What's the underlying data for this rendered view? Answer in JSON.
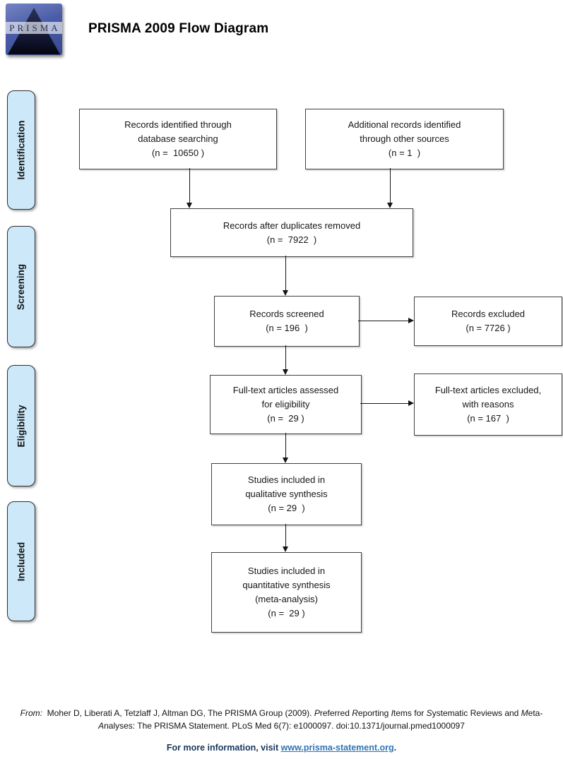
{
  "header": {
    "title": "PRISMA 2009 Flow Diagram",
    "logo_text": "PRISMA"
  },
  "stages": [
    {
      "label": "Identification"
    },
    {
      "label": "Screening"
    },
    {
      "label": "Eligibility"
    },
    {
      "label": "Included"
    }
  ],
  "flow": {
    "boxes": [
      {
        "id": "records-identified",
        "lines": [
          "Records identified through",
          "database searching",
          "(n =  10650 )"
        ]
      },
      {
        "id": "additional-records",
        "lines": [
          "Additional records identified",
          "through other sources",
          "(n = 1  )"
        ]
      },
      {
        "id": "after-duplicates",
        "lines": [
          "Records after duplicates removed",
          "(n =  7922  )"
        ]
      },
      {
        "id": "records-screened",
        "lines": [
          "Records screened",
          "(n = 196  )"
        ]
      },
      {
        "id": "records-excluded",
        "lines": [
          "Records excluded",
          "(n = 7726 )"
        ]
      },
      {
        "id": "fulltext-assessed",
        "lines": [
          "Full-text articles assessed",
          "for eligibility",
          "(n =  29 )"
        ]
      },
      {
        "id": "fulltext-excluded",
        "lines": [
          "Full-text articles excluded,",
          "with reasons",
          "(n = 167  )"
        ]
      },
      {
        "id": "qualitative-synthesis",
        "lines": [
          "Studies included in",
          "qualitative synthesis",
          "(n = 29  )"
        ]
      },
      {
        "id": "quantitative-synthesis",
        "lines": [
          "Studies included in",
          "quantitative synthesis",
          "(meta-analysis)",
          "(n =  29 )"
        ]
      }
    ],
    "counts": {
      "identified_database": 10650,
      "identified_other": 1,
      "after_duplicates": 7922,
      "screened": 196,
      "excluded": 7726,
      "fulltext_assessed": 29,
      "fulltext_excluded": 167,
      "qualitative": 29,
      "quantitative": 29
    }
  },
  "footer": {
    "citation_line1": [
      {
        "t": "From:",
        "i": true
      },
      {
        "t": "  Moher D, Liberati A, Tetzlaff J, Altman DG, The PRISMA Group (2009). ",
        "i": false
      },
      {
        "t": "P",
        "i": true
      },
      {
        "t": "referred ",
        "i": false
      },
      {
        "t": "R",
        "i": true
      },
      {
        "t": "eporting ",
        "i": false
      },
      {
        "t": "I",
        "i": true
      },
      {
        "t": "tems for ",
        "i": false
      },
      {
        "t": "S",
        "i": true
      },
      {
        "t": "ystematic Reviews and ",
        "i": false
      },
      {
        "t": "M",
        "i": true
      },
      {
        "t": "eta-",
        "i": false
      }
    ],
    "citation_line2": [
      {
        "t": "A",
        "i": true
      },
      {
        "t": "nalyses: The PRISMA Statement. PLoS Med 6(7): e1000097. doi:10.1371/journal.pmed1000097",
        "i": false
      }
    ],
    "info_prefix": "For more information, visit ",
    "info_link": "www.prisma-statement.org",
    "info_suffix": "."
  },
  "colors": {
    "stage_fill": "#CDE9F9",
    "box_border": "#404040",
    "arrow": "#141414",
    "info_text": "#17365D",
    "link": "#2E74B5",
    "logo_blue": "#4A5CA8"
  }
}
